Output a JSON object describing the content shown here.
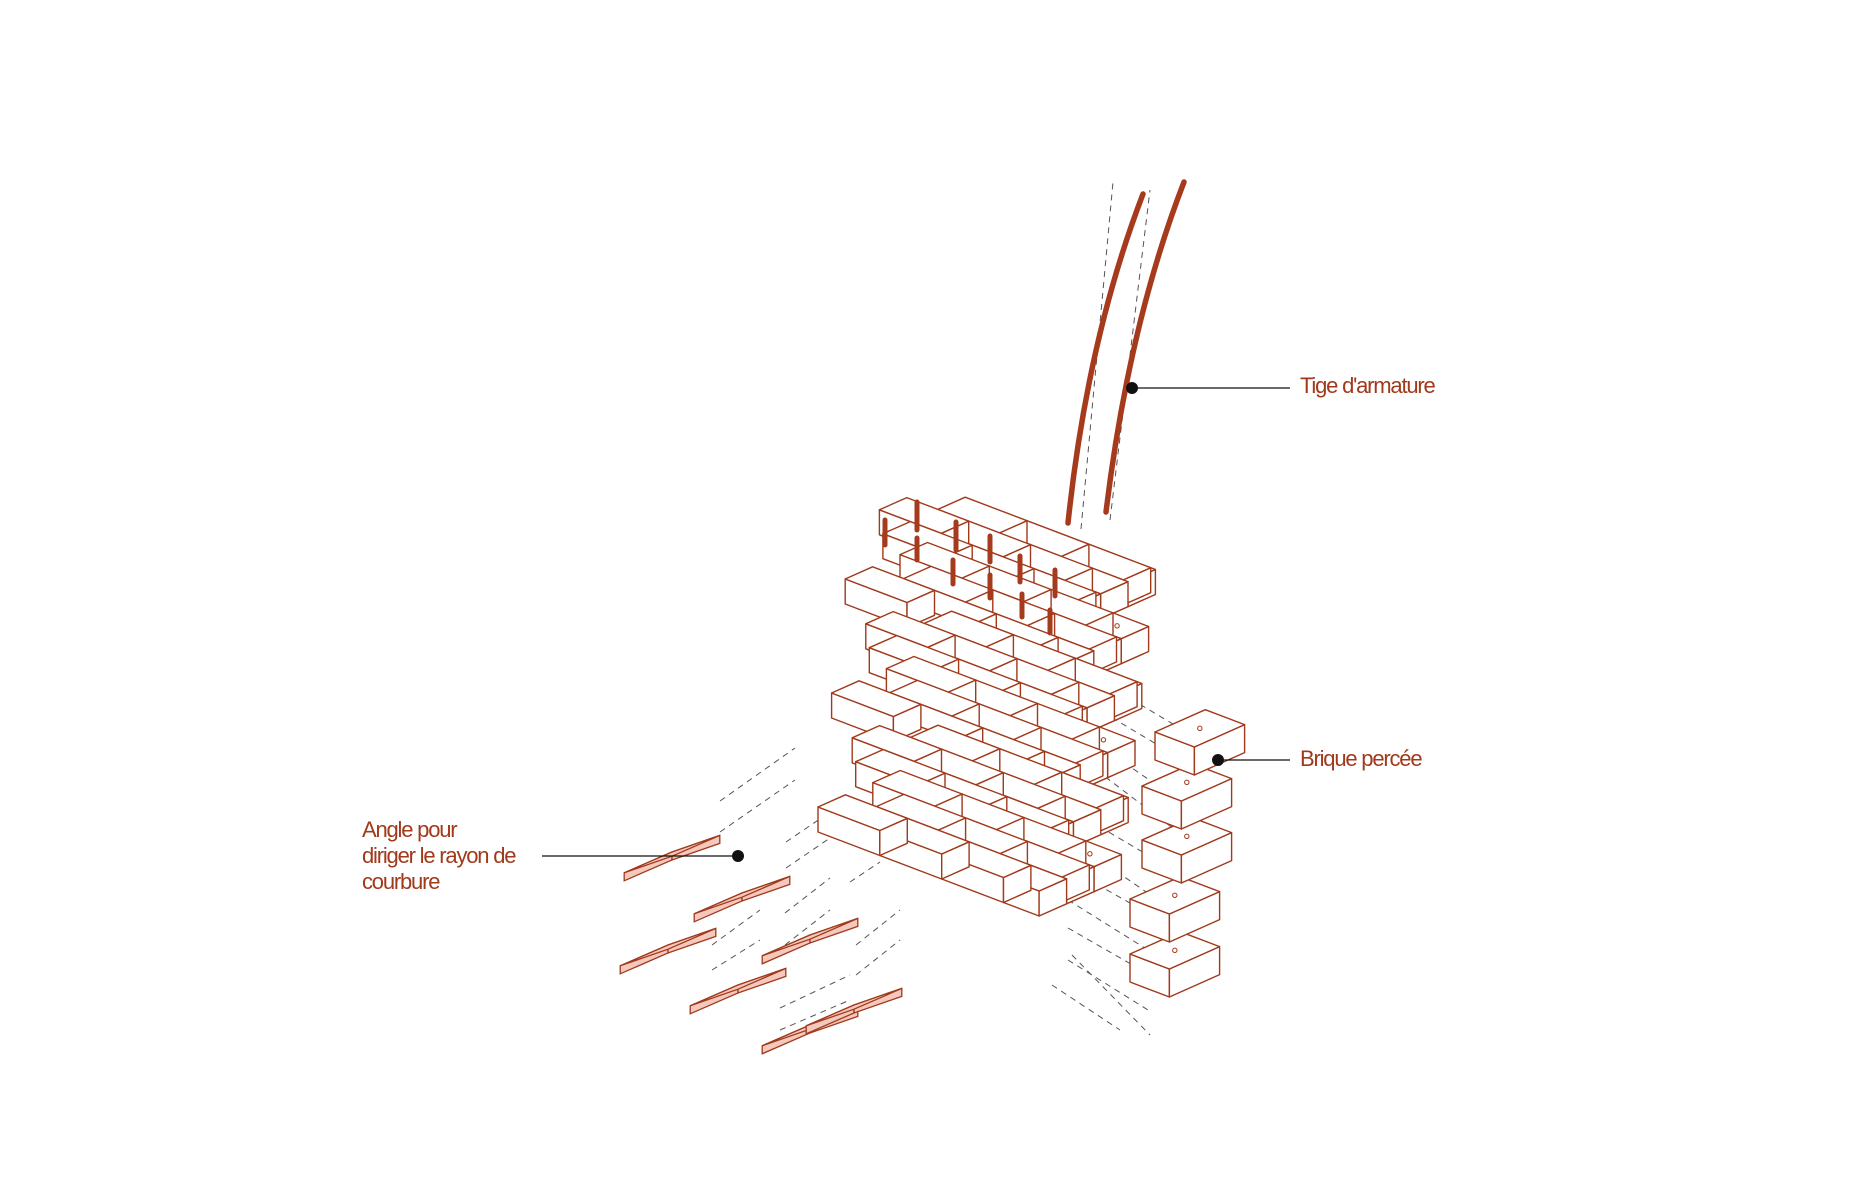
{
  "labels": {
    "tige": "Tige d'armature",
    "brique": "Brique percée",
    "angle": [
      "Angle pour",
      "diriger le rayon de",
      "courbure"
    ]
  },
  "colors": {
    "stroke": "#a1391b",
    "rod": "#a63a1c",
    "face": "#ffffff",
    "plate": "#f4c8bc",
    "leader": "#111111",
    "dash": "#555555",
    "text": "#a1391b"
  },
  "icons": {
    "leader_dot": "black-dot-icon"
  }
}
